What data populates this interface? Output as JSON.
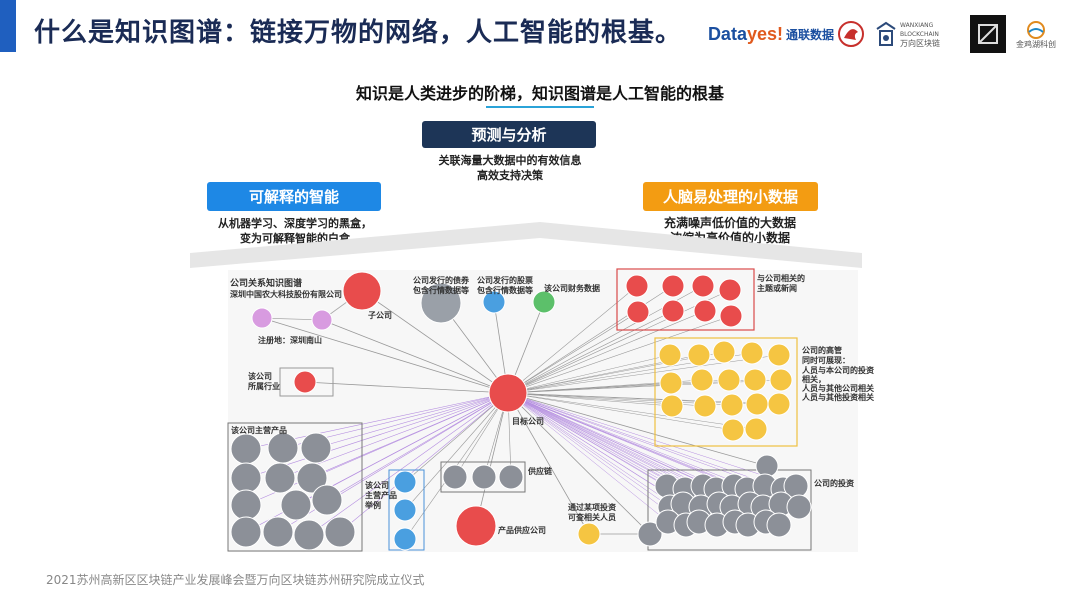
{
  "header": {
    "title": "什么是知识图谱：链接万物的网络，人工智能的根基。",
    "logos": {
      "datayes_a": "Data",
      "datayes_b": "yes!",
      "datayes_cn": "通联数据",
      "wanxiang_en": "WANXIANG BLOCKCHAIN",
      "wanxiang_cn": "万向区块链",
      "jinji": "金鸡湖科创"
    }
  },
  "main": {
    "subtitle": "知识是人类进步的阶梯，知识图谱是人工智能的根基",
    "predict": {
      "label": "预测与分析",
      "line1": "关联海量大数据中的有效信息",
      "line2": "高效支持决策"
    },
    "explain": {
      "label": "可解释的智能",
      "line1": "从机器学习、深度学习的黑盒，",
      "line2": "变为可解释智能的白盒"
    },
    "small": {
      "label": "人脑易处理的小数据",
      "line1": "充满噪声低价值的大数据",
      "line2": "浓缩为高价值的小数据"
    }
  },
  "graph": {
    "title": "公司关系知识图谱",
    "company_name": "深圳中国农大科技股份有限公司",
    "center_label": "目标公司",
    "labels": {
      "subsidiary": "子公司",
      "bonds": [
        "公司发行的债券",
        "包含行情数据等"
      ],
      "stocks": [
        "公司发行的股票",
        "包含行情数据等"
      ],
      "finance": "该公司财务数据",
      "news": [
        "与公司相关的",
        "主题或新闻"
      ],
      "execs": [
        "公司的高管",
        "同时可展现：",
        "人员与本公司的投资",
        "相关，",
        "人员与其他公司相关",
        "人员与其他投资相关"
      ],
      "registered": "注册地：深圳南山",
      "industry": [
        "该公司",
        "所属行业"
      ],
      "products": "该公司主营产品",
      "product_cases": [
        "该公司",
        "主营产品",
        "举例"
      ],
      "supply_chain": "供应链",
      "product_supplier": "产品供应公司",
      "investments": "公司的投资",
      "via_person": [
        "通过某项投资",
        "可查相关人员"
      ]
    }
  },
  "footer": {
    "text": "2021苏州高新区区块链产业发展峰会暨万向区块链苏州研究院成立仪式"
  }
}
